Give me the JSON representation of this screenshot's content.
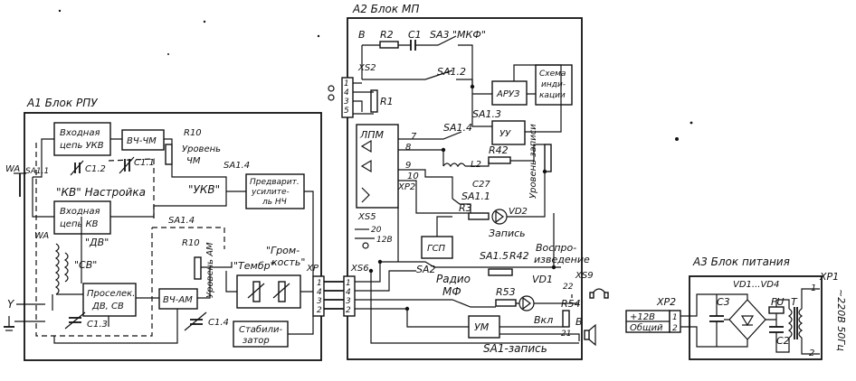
{
  "blocks": {
    "a1": {
      "title": "А1 Блок РПУ"
    },
    "a2": {
      "title": "А2 Блок МП"
    },
    "a3": {
      "title": "А3 Блок питания"
    }
  },
  "a1_labels": {
    "input_ukv": [
      "Входная",
      "цепь УКВ"
    ],
    "vch_chm": "ВЧ-ЧМ",
    "r10": "R10",
    "uroven_chm": [
      "Уровень",
      "ЧМ"
    ],
    "c12": "С1.2",
    "c11": "С1.1",
    "sa14a": "SA1.4",
    "wa1": "WA",
    "sa11": "SA1.1",
    "kv_nastroika": "\"КВ\" Настройка",
    "ukv": "\"УКВ\"",
    "pre_amp": [
      "Предварит.",
      "усилите-",
      "ль НЧ"
    ],
    "input_kv": [
      "Входная",
      "цепь КВ"
    ],
    "sa14b": "SA1.4",
    "wa2": "WA",
    "dv": "\"ДВ\"",
    "sv": "\"СВ\"",
    "r10b": "R10",
    "uroven_am": "Уровень АМ",
    "grom": [
      "\"Гром-",
      "кость\""
    ],
    "timbre": "\"Тембр\"",
    "preselector": [
      "Проселек.",
      "ДВ, СВ"
    ],
    "vch_am": "ВЧ-АМ",
    "c14": "С1.4",
    "c13": "С1.3",
    "stabilizer": [
      "Стабили-",
      "затор"
    ],
    "y": "Y",
    "xp": "XP"
  },
  "a2_labels": {
    "b_mic": "В",
    "r2": "R2",
    "c1": "С1",
    "sa3": "SA3 \"МКФ\"",
    "xs2": "XS2",
    "sa12": "SA1.2",
    "r1": "R1",
    "aru": "АРУЗ",
    "indication": [
      "Схема",
      "инди-",
      "кации"
    ],
    "sa13": "SA1.3",
    "lpm": "ЛПМ",
    "sa14c": "SA1.4",
    "uu": "УУ",
    "pin7": "7",
    "pin8": "8",
    "pin9": "9",
    "pin10": "10",
    "l2": "L2",
    "r42": "R42",
    "c27": "С27",
    "uroven_zapisi": "Уровень записи",
    "xp2a": "XP2",
    "sa11b": "SA1.1",
    "r3": "R3",
    "vd2": "VD2",
    "zapis": "Запись",
    "xs5": "XS5",
    "v20": "20",
    "v12": "12В",
    "gsp": "ГСП",
    "sa15": "SA1.5",
    "r42b": "R42",
    "vosproizv": [
      "Воспро-",
      "изведение"
    ],
    "xs6": "XS6",
    "sa2": "SA2",
    "radio_mf": [
      "Радио",
      "МФ"
    ],
    "vd1": "VD1",
    "xs9": "XS9",
    "p22": "22",
    "r53": "R53",
    "r54": "R54",
    "vkl": "Вкл",
    "um": "УМ",
    "b_spk": "В",
    "sa1_zapis": "SA1-запись",
    "p21": "21",
    "conn": [
      "1",
      "4",
      "3",
      "2",
      "5"
    ]
  },
  "a3_labels": {
    "vd_range": "VD1...VD4",
    "xp1": "XP1",
    "c3": "С3",
    "fu": "FU",
    "t": "T",
    "xp2": "XP2",
    "v12": "+12В",
    "common": "Общий",
    "c2": "С2",
    "mains": "~220В 50Гц",
    "p1": "1",
    "p2": "2",
    "pin1": "1",
    "pin2": "2"
  }
}
